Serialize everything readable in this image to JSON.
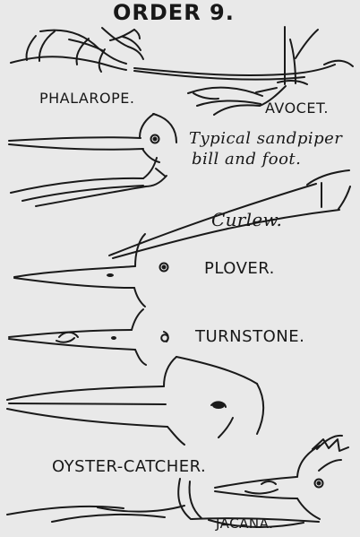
{
  "title": "ORDER 9.",
  "labels": {
    "phalarope": "PHALAROPE.",
    "avocet": "AVOCET.",
    "typical_line1": "Typical sandpiper",
    "typical_line2": "bill and foot.",
    "curlew": "Curlew.",
    "plover": "PLOVER.",
    "turnstone": "TURNSTONE.",
    "oystercatcher": "OYSTER-CATCHER.",
    "jacana": "JACANA."
  },
  "colors": {
    "background": "#e9e9e9",
    "ink": "#181818"
  }
}
